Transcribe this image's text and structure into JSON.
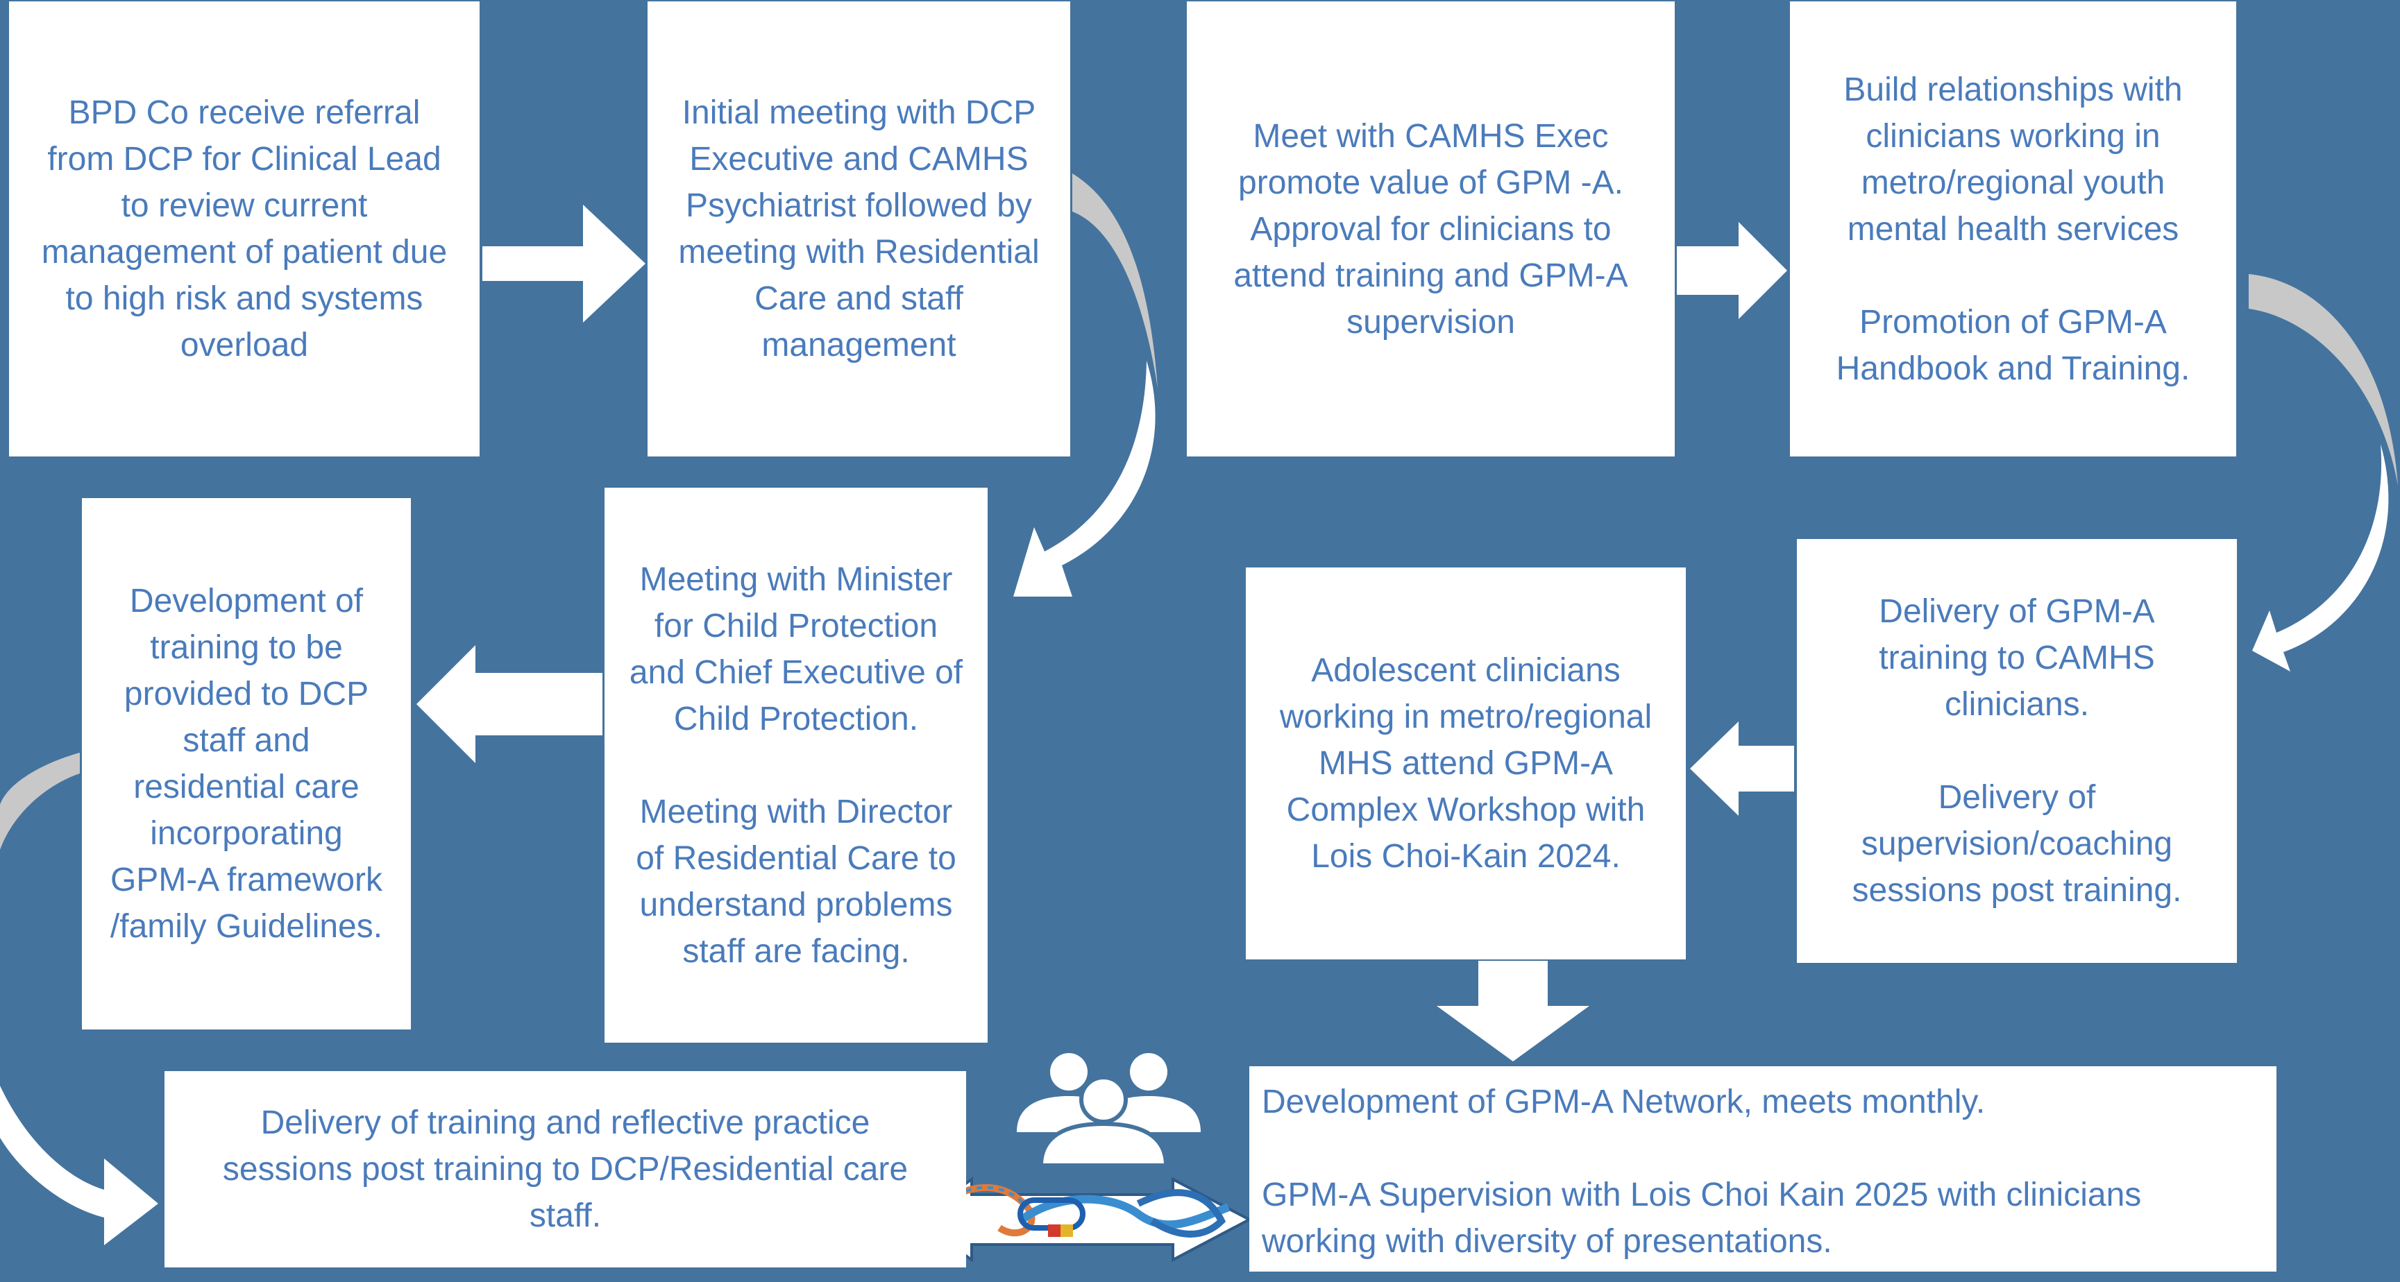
{
  "colors": {
    "background": "#44739e",
    "box": "#ffffff",
    "text": "#4a7bbb",
    "arrow": "#ffffff",
    "curve_shadow": "#c8c8c8"
  },
  "steps": {
    "step1": "BPD Co receive referral\nfrom DCP for Clinical Lead\nto review current\nmanagement of patient due\nto high risk and systems\noverload",
    "step2": "Initial meeting with DCP\nExecutive and CAMHS\nPsychiatrist followed by\nmeeting with Residential\nCare and staff\nmanagement",
    "step3": "Meet with CAMHS Exec\npromote value of GPM -A.\nApproval for clinicians to\nattend training and GPM-A\nsupervision",
    "step4": "Build relationships with\nclinicians working in\nmetro/regional youth\nmental health services\n\nPromotion of GPM-A\nHandbook and Training.",
    "step5": "Development of\ntraining to be\nprovided to DCP\nstaff and\nresidential care\nincorporating\nGPM-A framework\n/family Guidelines.",
    "step6": "Meeting with Minister\nfor Child Protection\nand Chief Executive of\nChild Protection.\n\nMeeting with Director\nof Residential Care to\nunderstand problems\nstaff are facing.",
    "step7": "Adolescent clinicians\nworking in metro/regional\nMHS attend GPM-A\nComplex Workshop with\nLois Choi-Kain 2024.",
    "step8": "Delivery of GPM-A\ntraining to CAMHS\nclinicians.\n\nDelivery of\nsupervision/coaching\nsessions post training.",
    "step9": "Delivery of training and reflective practice\nsessions post training to DCP/Residential care\nstaff.",
    "step10": "Development of GPM-A Network, meets monthly.\n\nGPM-A Supervision with Lois Choi Kain 2025 with clinicians\nworking with  diversity of presentations."
  },
  "icons": [
    "people-group-icon",
    "linked-carabiner-rope-icon"
  ]
}
